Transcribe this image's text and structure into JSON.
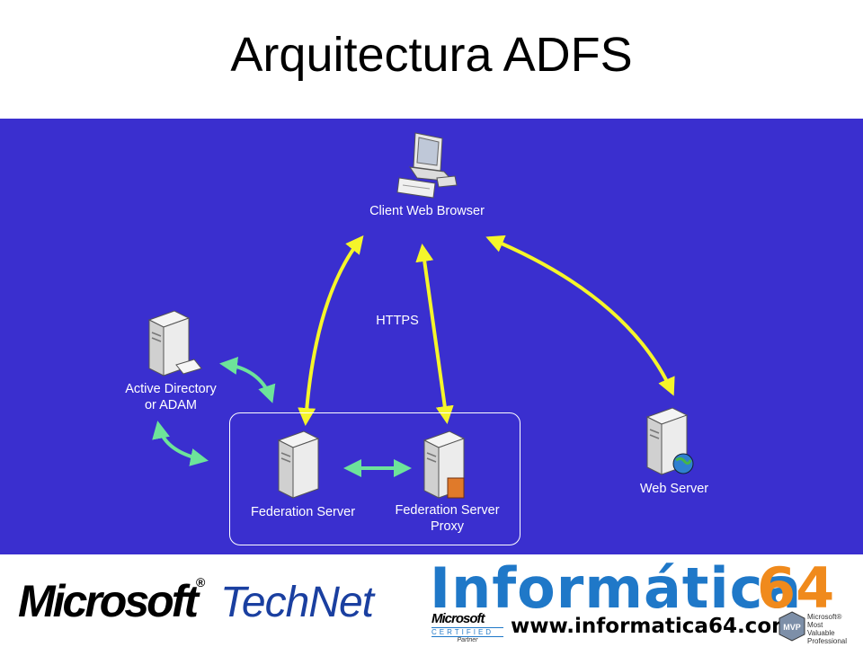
{
  "slide": {
    "title": "Arquitectura ADFS"
  },
  "diagram": {
    "client": {
      "label": "Client Web Browser"
    },
    "protocol": {
      "label": "HTTPS"
    },
    "active_directory": {
      "label_line1": "Active Directory",
      "label_line2": "or ADAM"
    },
    "federation_server": {
      "label": "Federation Server"
    },
    "federation_proxy": {
      "label_line1": "Federation Server",
      "label_line2": "Proxy"
    },
    "web_server": {
      "label": "Web Server"
    },
    "colors": {
      "background": "#3a2fcf",
      "https_arrow": "#f5f52a",
      "internal_arrow": "#6de39a",
      "label": "#ffffff"
    }
  },
  "footer": {
    "microsoft": "Microsoft",
    "technet": "TechNet",
    "informatica": "Informática",
    "informatica_num": "64",
    "url": "www.informatica64.com",
    "cert_microsoft": "Microsoft",
    "cert_certified": "CERTIFIED",
    "cert_partner": "Partner",
    "mvp_badge": "MVP",
    "mvp_line1": "Microsoft®",
    "mvp_line2": "Most Valuable",
    "mvp_line3": "Professional"
  }
}
